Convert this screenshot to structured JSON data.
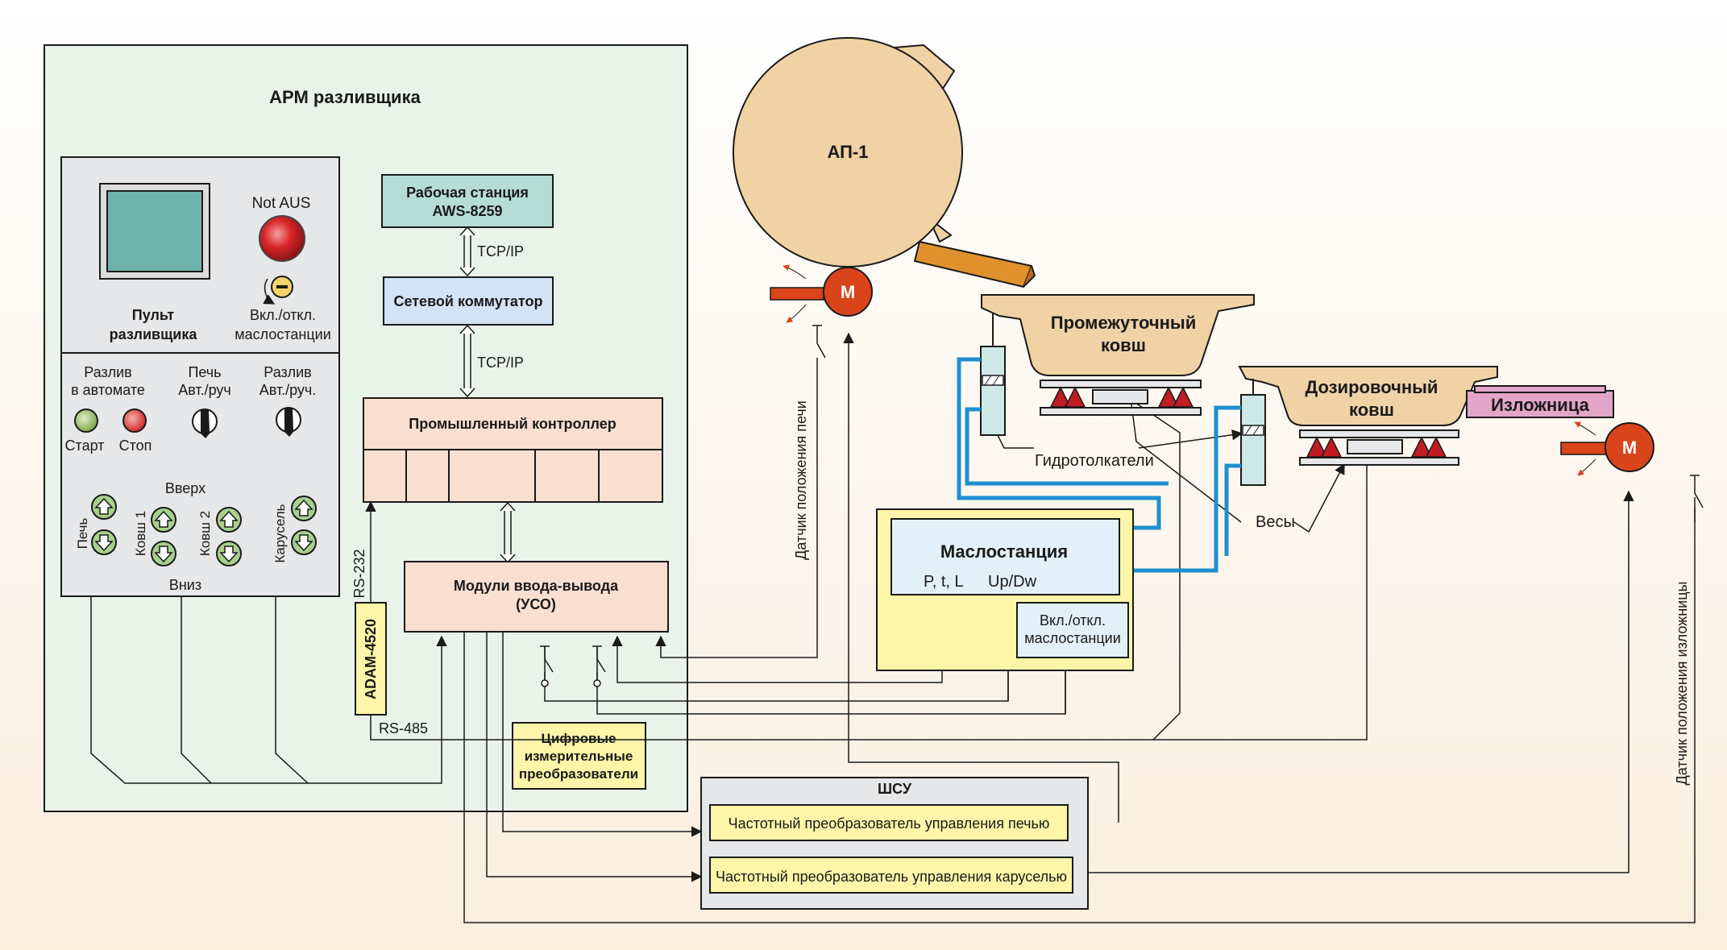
{
  "arm": {
    "title": "АРМ разливщика"
  },
  "panel": {
    "label_line1": "Пульт",
    "label_line2": "разливщика",
    "not_aus": "Not AUS",
    "oil_switch_line1": "Вкл./откл.",
    "oil_switch_line2": "маслостанции",
    "auto_line1": "Разлив",
    "auto_line2": "в автомате",
    "furnace_line1": "Печь",
    "furnace_line2": "Авт./руч",
    "pour_line1": "Разлив",
    "pour_line2": "Авт./руч.",
    "start": "Старт",
    "stop": "Стоп",
    "up": "Вверх",
    "down": "Вниз",
    "pech": "Печь",
    "kovsh1": "Ковш 1",
    "kovsh2": "Ковш 2",
    "karusel": "Карусель"
  },
  "workstation": {
    "line1": "Рабочая станция",
    "line2": "AWS-8259"
  },
  "tcpip1": "TCP/IP",
  "tcpip2": "TCP/IP",
  "switch": "Сетевой коммутатор",
  "plc": "Промышленный контроллер",
  "io": {
    "line1": "Модули ввода-вывода",
    "line2": "(УСО)"
  },
  "rs232": "RS-232",
  "rs485": "RS-485",
  "adam": "ADAM-4520",
  "digital": {
    "line1": "Цифровые",
    "line2": "измерительные",
    "line3": "преобразователи"
  },
  "shsu": {
    "title": "ШСУ",
    "vfd_furnace": "Частотный преобразователь управления печью",
    "vfd_carousel": "Частотный преобразователь управления каруселью"
  },
  "ap1": "АП-1",
  "motor": "М",
  "furnace_sensor": "Датчик положения печи",
  "mold_sensor": "Датчик положения изложницы",
  "ladle1": {
    "line1": "Промежуточный",
    "line2": "ковш"
  },
  "ladle2": {
    "line1": "Дозировочный",
    "line2": "ковш"
  },
  "mold": "Изложница",
  "hydro": "Гидротолкатели",
  "scales": "Весы",
  "oil": {
    "title": "Маслостанция",
    "params": "P, t, L",
    "updw": "Up/Dw",
    "switch_line1": "Вкл./откл.",
    "switch_line2": "маслостанции"
  },
  "colors": {
    "arm_bg": "#eaf3ea",
    "panel_bg": "#e6e7e8",
    "workstation": "#b5ddd5",
    "network_switch": "#d3e3f6",
    "plc": "#f8dfd0",
    "io": "#f8dfd0",
    "yellow": "#fdf5a8",
    "oil_inner": "#e1f0f9",
    "ladle": "#f0d2a5",
    "motor": "#d9441b",
    "mold_label": "#e3a5c8",
    "hydraulic_line": "#1e8fd0",
    "screen": "#6fb3ac"
  }
}
